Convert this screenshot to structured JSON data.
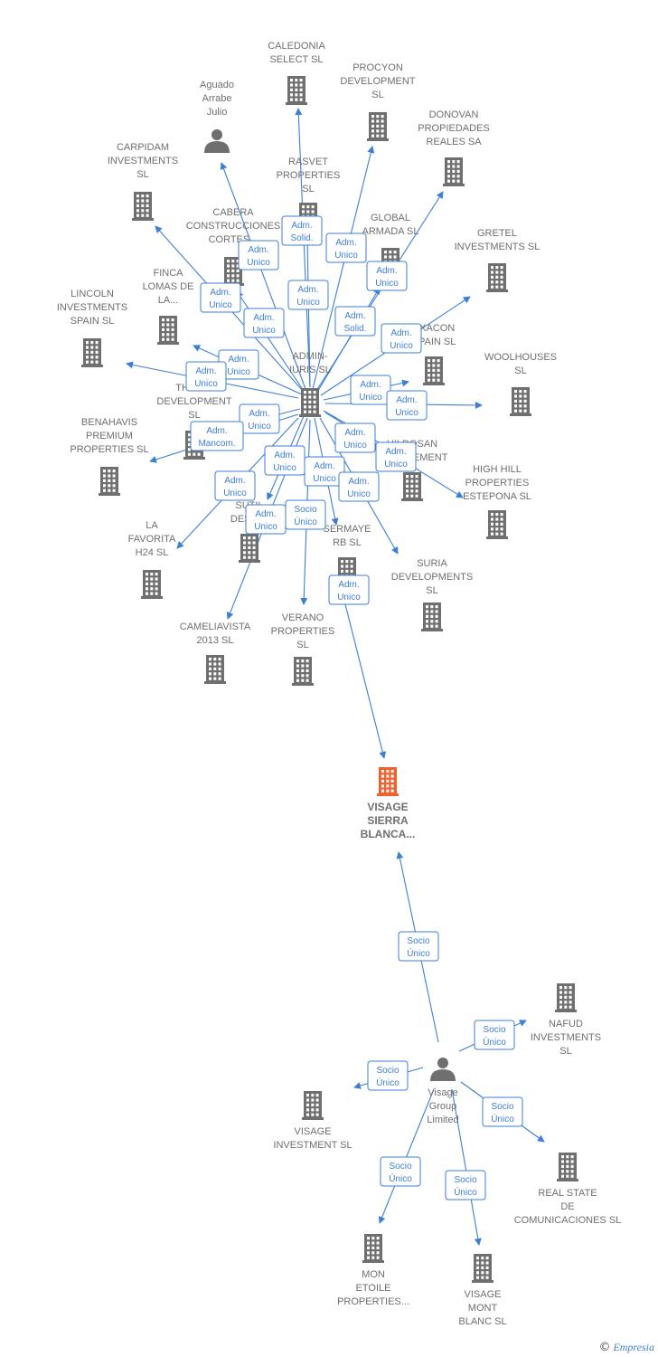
{
  "colors": {
    "accent": "#3d7fd6",
    "node": "#6f6f6f",
    "focus": "#f0622d"
  },
  "nodes": [
    {
      "id": "focus",
      "type": "company",
      "focus": true,
      "lines": [
        "VISAGE",
        "SIERRA",
        "BLANCA..."
      ]
    },
    {
      "id": "admin",
      "type": "company",
      "lines": [
        "ADMIN-",
        "IURIS  SL"
      ]
    },
    {
      "id": "visage_group",
      "type": "person",
      "lines": [
        "Visage",
        "Group",
        "Limited"
      ]
    },
    {
      "id": "aguado",
      "type": "person",
      "lines": [
        "Aguado",
        "Arrabe",
        "Julio"
      ]
    },
    {
      "id": "caledonia",
      "type": "company",
      "lines": [
        "CALEDONIA",
        "SELECT  SL"
      ]
    },
    {
      "id": "procyon",
      "type": "company",
      "lines": [
        "PROCYON",
        "DEVELOPMENT",
        "SL"
      ]
    },
    {
      "id": "donovan",
      "type": "company",
      "lines": [
        "DONOVAN",
        "PROPIEDADES",
        "REALES SA"
      ]
    },
    {
      "id": "carpidam",
      "type": "company",
      "lines": [
        "CARPIDAM",
        "INVESTMENTS",
        "SL"
      ]
    },
    {
      "id": "rasvet",
      "type": "company",
      "lines": [
        "RASVET",
        "PROPERTIES",
        "SL"
      ]
    },
    {
      "id": "cabera",
      "type": "company",
      "lines": [
        "CABERA",
        "CONSTRUCCIONES",
        "CORTES..."
      ]
    },
    {
      "id": "global",
      "type": "company",
      "lines": [
        "GLOBAL",
        "ARMADA  SL"
      ]
    },
    {
      "id": "gretel",
      "type": "company",
      "lines": [
        "GRETEL",
        "INVESTMENTS SL"
      ]
    },
    {
      "id": "finca",
      "type": "company",
      "lines": [
        "FINCA",
        "LOMAS DE",
        "LA..."
      ]
    },
    {
      "id": "lincoln",
      "type": "company",
      "lines": [
        "LINCOLN",
        "INVESTMENTS",
        "SPAIN SL"
      ]
    },
    {
      "id": "exacon",
      "type": "company",
      "lines": [
        "EXACON",
        "SPAIN SL"
      ]
    },
    {
      "id": "woolhouses",
      "type": "company",
      "lines": [
        "WOOLHOUSES",
        "SL"
      ]
    },
    {
      "id": "themis",
      "type": "company",
      "lines": [
        "THEMIS",
        "DEVELOPMENT",
        "SL"
      ]
    },
    {
      "id": "benahavis",
      "type": "company",
      "lines": [
        "BENAHAVIS",
        "PREMIUM",
        "PROPERTIES SL"
      ]
    },
    {
      "id": "hildosan",
      "type": "company",
      "lines": [
        "HILDOSAN",
        "MANAGEMENT"
      ]
    },
    {
      "id": "highhill",
      "type": "company",
      "lines": [
        "HIGH HILL",
        "PROPERTIES",
        "ESTEPONA SL"
      ]
    },
    {
      "id": "sutil",
      "type": "company",
      "lines": [
        "SUTIL",
        "DESIGN"
      ]
    },
    {
      "id": "lafavorita",
      "type": "company",
      "lines": [
        "LA",
        "FAVORITA",
        "H24  SL"
      ]
    },
    {
      "id": "sermaye",
      "type": "company",
      "lines": [
        "SERMAYE",
        "RB  SL"
      ]
    },
    {
      "id": "suria",
      "type": "company",
      "lines": [
        "SURIA",
        "DEVELOPMENTS",
        "SL"
      ]
    },
    {
      "id": "cameliavista",
      "type": "company",
      "lines": [
        "CAMELIAVISTA",
        "2013  SL"
      ]
    },
    {
      "id": "verano",
      "type": "company",
      "lines": [
        "VERANO",
        "PROPERTIES",
        "SL"
      ]
    },
    {
      "id": "nafud",
      "type": "company",
      "lines": [
        "NAFUD",
        "INVESTMENTS",
        "SL"
      ]
    },
    {
      "id": "visage_inv",
      "type": "company",
      "lines": [
        "VISAGE",
        "INVESTMENT SL"
      ]
    },
    {
      "id": "realstate",
      "type": "company",
      "lines": [
        "REAL STATE",
        "DE",
        "COMUNICACIONES SL"
      ]
    },
    {
      "id": "mon_etoile",
      "type": "company",
      "lines": [
        "MON",
        "ETOILE",
        "PROPERTIES..."
      ]
    },
    {
      "id": "visage_mont",
      "type": "company",
      "lines": [
        "VISAGE",
        "MONT",
        "BLANC  SL"
      ]
    }
  ],
  "edges": [
    {
      "from": "admin",
      "to": "caledonia",
      "label": [
        "Adm.",
        "Solid."
      ]
    },
    {
      "from": "admin",
      "to": "procyon",
      "label": [
        "Adm.",
        "Unico"
      ]
    },
    {
      "from": "admin",
      "to": "donovan",
      "label": [
        "Adm.",
        "Unico"
      ]
    },
    {
      "from": "admin",
      "to": "aguado",
      "label": [
        "Adm.",
        "Unico"
      ]
    },
    {
      "from": "admin",
      "to": "rasvet",
      "label": [
        "Adm.",
        "Unico"
      ]
    },
    {
      "from": "admin",
      "to": "carpidam",
      "label": [
        "Adm.",
        "Unico"
      ]
    },
    {
      "from": "admin",
      "to": "cabera",
      "label": [
        "Adm.",
        "Unico"
      ]
    },
    {
      "from": "admin",
      "to": "global",
      "label": [
        "Adm.",
        "Solid."
      ]
    },
    {
      "from": "admin",
      "to": "gretel",
      "label": [
        "Adm.",
        "Unico"
      ]
    },
    {
      "from": "admin",
      "to": "finca",
      "label": [
        "Adm.",
        "Unico"
      ]
    },
    {
      "from": "admin",
      "to": "lincoln",
      "label": [
        "Adm.",
        "Unico"
      ]
    },
    {
      "from": "admin",
      "to": "exacon",
      "label": [
        "Adm.",
        "Unico"
      ]
    },
    {
      "from": "admin",
      "to": "woolhouses",
      "label": [
        "Adm.",
        "Unico"
      ]
    },
    {
      "from": "admin",
      "to": "themis",
      "label": [
        "Adm.",
        "Unico"
      ]
    },
    {
      "from": "admin",
      "to": "benahavis",
      "label": [
        "Adm.",
        "Mancom."
      ]
    },
    {
      "from": "admin",
      "to": "hildosan",
      "label": [
        "Adm.",
        "Unico"
      ]
    },
    {
      "from": "admin",
      "to": "highhill",
      "label": [
        "Adm.",
        "Unico"
      ]
    },
    {
      "from": "admin",
      "to": "sutil",
      "label": [
        "Adm.",
        "Unico"
      ]
    },
    {
      "from": "admin",
      "to": "lafavorita",
      "label": [
        "Adm.",
        "Unico"
      ]
    },
    {
      "from": "admin",
      "to": "sermaye",
      "label": [
        "Adm.",
        "Unico"
      ]
    },
    {
      "from": "admin",
      "to": "suria",
      "label": [
        "Adm.",
        "Unico"
      ]
    },
    {
      "from": "admin",
      "to": "cameliavista",
      "label": [
        "Adm.",
        "Unico"
      ]
    },
    {
      "from": "admin",
      "to": "verano",
      "label": [
        "Socio",
        "Único"
      ]
    },
    {
      "from": "admin",
      "to": "focus",
      "label": [
        "Adm.",
        "Unico"
      ]
    },
    {
      "from": "visage_group",
      "to": "focus",
      "label": [
        "Socio",
        "Único"
      ]
    },
    {
      "from": "visage_group",
      "to": "nafud",
      "label": [
        "Socio",
        "Único"
      ]
    },
    {
      "from": "visage_group",
      "to": "visage_inv",
      "label": [
        "Socio",
        "Único"
      ]
    },
    {
      "from": "visage_group",
      "to": "realstate",
      "label": [
        "Socio",
        "Único"
      ]
    },
    {
      "from": "visage_group",
      "to": "mon_etoile",
      "label": [
        "Socio",
        "Único"
      ]
    },
    {
      "from": "visage_group",
      "to": "visage_mont",
      "label": [
        "Socio",
        "Único"
      ]
    }
  ],
  "footer": {
    "copyright": "©",
    "brand": "Empresia"
  }
}
